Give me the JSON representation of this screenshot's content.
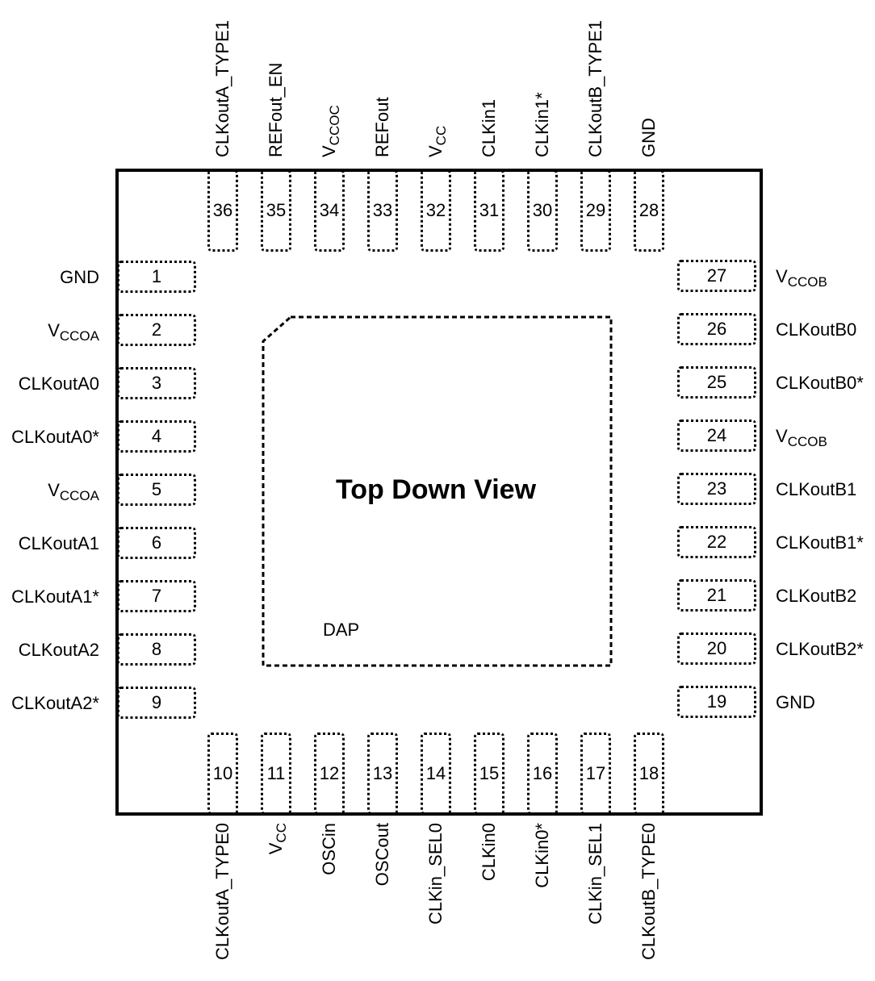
{
  "diagram": {
    "title": "Top Down View",
    "dap_label": "DAP",
    "pins": {
      "left": [
        {
          "num": "1",
          "name": "GND"
        },
        {
          "num": "2",
          "name": "V",
          "sub": "CCOA"
        },
        {
          "num": "3",
          "name": "CLKoutA0"
        },
        {
          "num": "4",
          "name": "CLKoutA0*"
        },
        {
          "num": "5",
          "name": "V",
          "sub": "CCOA"
        },
        {
          "num": "6",
          "name": "CLKoutA1"
        },
        {
          "num": "7",
          "name": "CLKoutA1*"
        },
        {
          "num": "8",
          "name": "CLKoutA2"
        },
        {
          "num": "9",
          "name": "CLKoutA2*"
        }
      ],
      "bottom": [
        {
          "num": "10",
          "name": "CLKoutA_TYPE0"
        },
        {
          "num": "11",
          "name": "V",
          "sub": "CC"
        },
        {
          "num": "12",
          "name": "OSCin"
        },
        {
          "num": "13",
          "name": "OSCout"
        },
        {
          "num": "14",
          "name": "CLKin_SEL0"
        },
        {
          "num": "15",
          "name": "CLKin0"
        },
        {
          "num": "16",
          "name": "CLKin0*"
        },
        {
          "num": "17",
          "name": "CLKin_SEL1"
        },
        {
          "num": "18",
          "name": "CLKoutB_TYPE0"
        }
      ],
      "right": [
        {
          "num": "19",
          "name": "GND"
        },
        {
          "num": "20",
          "name": "CLKoutB2*"
        },
        {
          "num": "21",
          "name": "CLKoutB2"
        },
        {
          "num": "22",
          "name": "CLKoutB1*"
        },
        {
          "num": "23",
          "name": "CLKoutB1"
        },
        {
          "num": "24",
          "name": "V",
          "sub": "CCOB"
        },
        {
          "num": "25",
          "name": "CLKoutB0*"
        },
        {
          "num": "26",
          "name": "CLKoutB0"
        },
        {
          "num": "27",
          "name": "V",
          "sub": "CCOB"
        }
      ],
      "top": [
        {
          "num": "28",
          "name": "GND"
        },
        {
          "num": "29",
          "name": "CLKoutB_TYPE1"
        },
        {
          "num": "30",
          "name": "CLKin1*"
        },
        {
          "num": "31",
          "name": "CLKin1"
        },
        {
          "num": "32",
          "name": "V",
          "sub": "CC"
        },
        {
          "num": "33",
          "name": "REFout"
        },
        {
          "num": "34",
          "name": "V",
          "sub": "CCOC"
        },
        {
          "num": "35",
          "name": "REFout_EN"
        },
        {
          "num": "36",
          "name": "CLKoutA_TYPE1"
        }
      ]
    }
  }
}
